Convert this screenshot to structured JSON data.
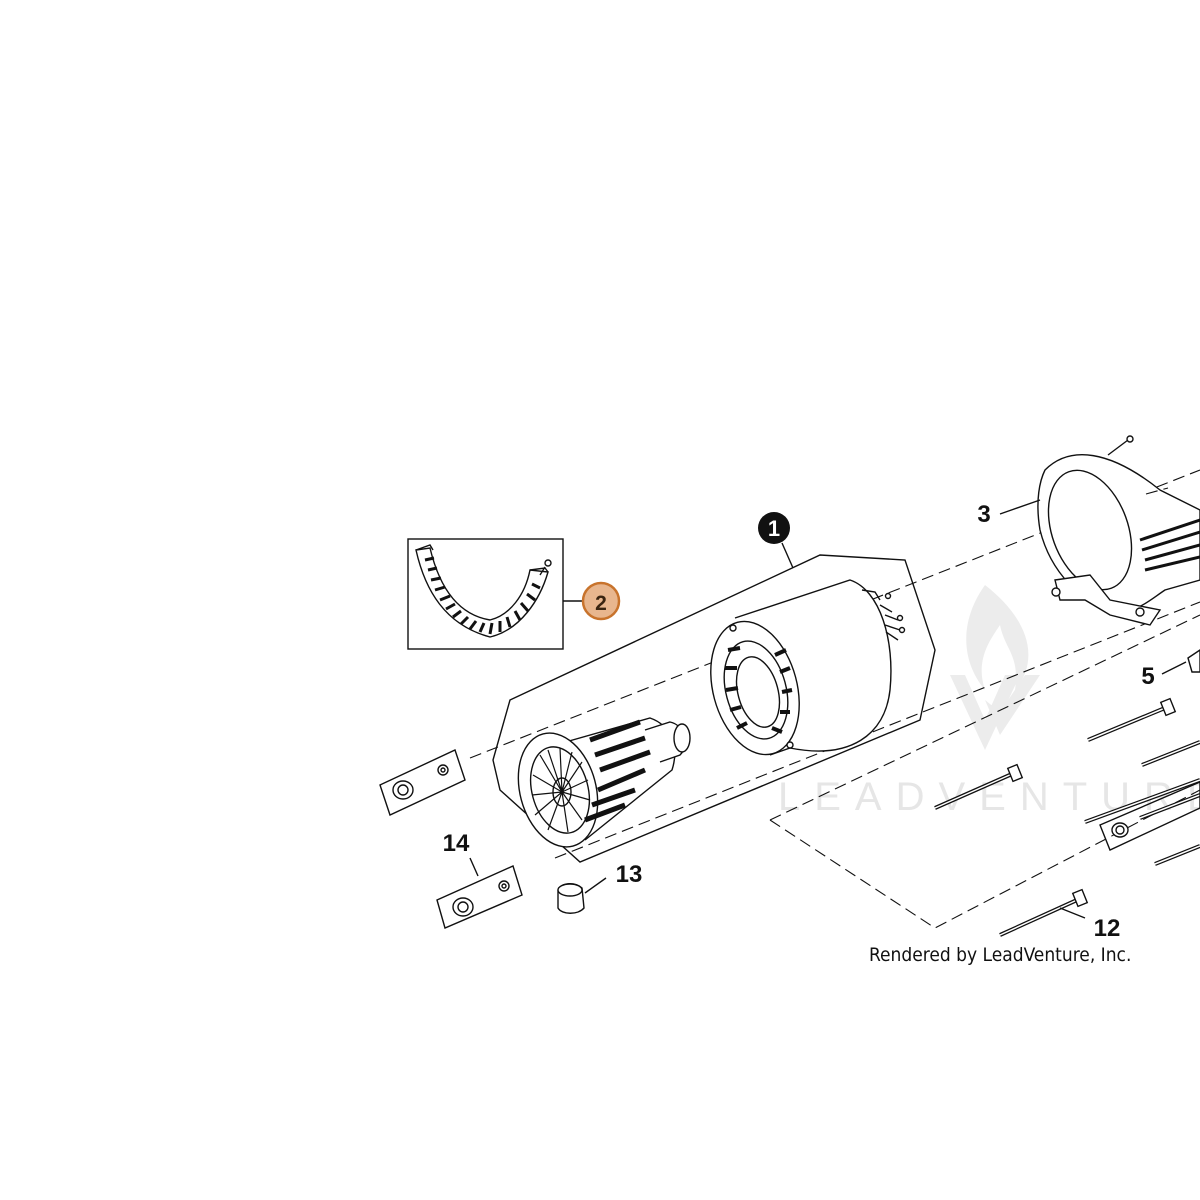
{
  "callouts": {
    "c1": "1",
    "c2": "2",
    "c3": "3",
    "c5": "5",
    "c12": "12",
    "c13": "13",
    "c14": "14"
  },
  "credit": "Rendered by LeadVenture, Inc.",
  "watermark": "LEADVENTURE",
  "colors": {
    "highlight_fill": "#e8b68e",
    "highlight_stroke": "#c8732c",
    "line": "#111111",
    "watermark": "#e6e6e6"
  }
}
